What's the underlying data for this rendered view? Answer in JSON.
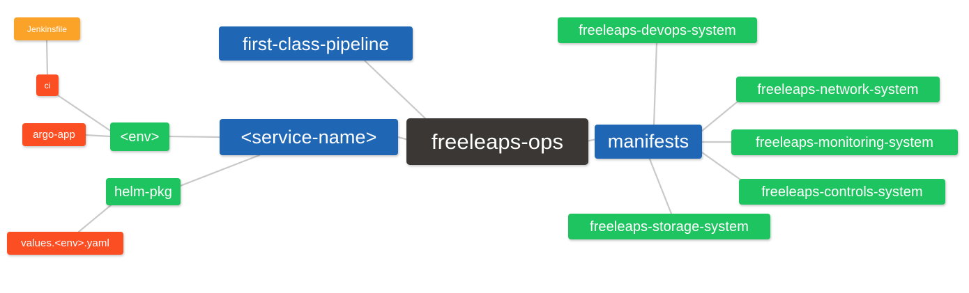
{
  "diagram": {
    "type": "mindmap",
    "title": "freeleaps-ops",
    "background": "#ffffff",
    "edge_color": "#c9c9c9",
    "palette": {
      "root": "#3b3734",
      "blue": "#1f66b5",
      "green": "#1ec45f",
      "orange": "#fba229",
      "red": "#fc4e23",
      "text": "#ffffff"
    }
  },
  "nodes": {
    "root": {
      "label": "freeleaps-ops",
      "color": "#3b3734"
    },
    "first_class_pipeline": {
      "label": "first-class-pipeline",
      "color": "#1f66b5"
    },
    "service_name": {
      "label": "<service-name>",
      "color": "#1f66b5"
    },
    "env": {
      "label": "<env>",
      "color": "#1ec45f"
    },
    "ci": {
      "label": "ci",
      "color": "#fc4e23"
    },
    "jenkinsfile": {
      "label": "Jenkinsfile",
      "color": "#fba229"
    },
    "argo_app": {
      "label": "argo-app",
      "color": "#fc4e23"
    },
    "helm_pkg": {
      "label": "helm-pkg",
      "color": "#1ec45f"
    },
    "values_yaml": {
      "label": "values.<env>.yaml",
      "color": "#fc4e23"
    },
    "manifests": {
      "label": "manifests",
      "color": "#1f66b5"
    },
    "devops_system": {
      "label": "freeleaps-devops-system",
      "color": "#1ec45f"
    },
    "network_system": {
      "label": "freeleaps-network-system",
      "color": "#1ec45f"
    },
    "monitoring_system": {
      "label": "freeleaps-monitoring-system",
      "color": "#1ec45f"
    },
    "controls_system": {
      "label": "freeleaps-controls-system",
      "color": "#1ec45f"
    },
    "storage_system": {
      "label": "freeleaps-storage-system",
      "color": "#1ec45f"
    }
  },
  "edges": [
    {
      "from": "root",
      "to": "service_name"
    },
    {
      "from": "root",
      "to": "first_class_pipeline"
    },
    {
      "from": "root",
      "to": "manifests"
    },
    {
      "from": "service_name",
      "to": "env"
    },
    {
      "from": "service_name",
      "to": "helm_pkg"
    },
    {
      "from": "env",
      "to": "ci"
    },
    {
      "from": "env",
      "to": "argo_app"
    },
    {
      "from": "ci",
      "to": "jenkinsfile"
    },
    {
      "from": "helm_pkg",
      "to": "values_yaml"
    },
    {
      "from": "manifests",
      "to": "devops_system"
    },
    {
      "from": "manifests",
      "to": "network_system"
    },
    {
      "from": "manifests",
      "to": "monitoring_system"
    },
    {
      "from": "manifests",
      "to": "controls_system"
    },
    {
      "from": "manifests",
      "to": "storage_system"
    }
  ]
}
